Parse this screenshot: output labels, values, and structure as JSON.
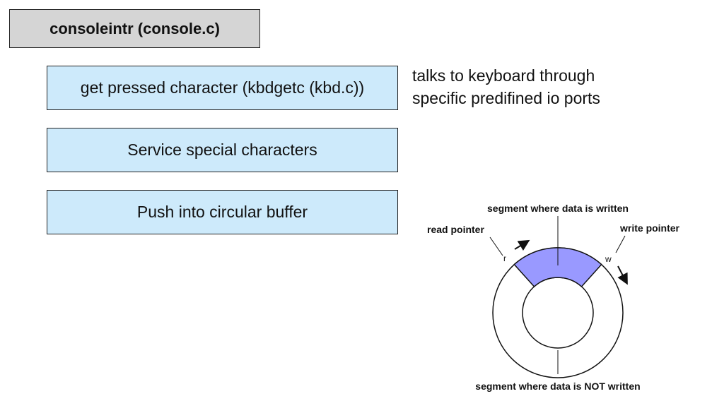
{
  "title": "consoleintr (console.c)",
  "steps": [
    {
      "label": "get pressed character (kbdgetc (kbd.c))"
    },
    {
      "label": "Service special characters"
    },
    {
      "label": "Push into circular buffer"
    }
  ],
  "note": {
    "line1": "talks to keyboard through",
    "line2": "specific predifined io ports"
  },
  "buffer": {
    "label_written": "segment where data is written",
    "label_not_written": "segment where data is NOT written",
    "label_read_pointer": "read pointer",
    "label_write_pointer": "write pointer",
    "read_marker": "r",
    "write_marker": "w",
    "written_color": "#9999ff"
  }
}
